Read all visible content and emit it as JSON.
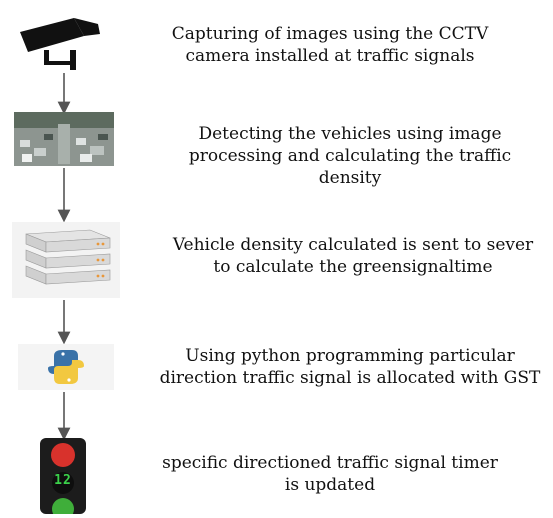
{
  "steps": [
    {
      "icon": "cctv-camera-icon",
      "text": "Capturing of images using the CCTV camera installed at traffic signals"
    },
    {
      "icon": "traffic-image-icon",
      "text": "Detecting the vehicles using image processing and calculating the traffic density"
    },
    {
      "icon": "server-icon",
      "text": "Vehicle density calculated is sent to sever to calculate the greensignaltime"
    },
    {
      "icon": "python-logo-icon",
      "text": "Using python programming particular direction traffic signal is allocated with GST"
    },
    {
      "icon": "traffic-light-icon",
      "text": "specific directioned traffic signal timer is updated",
      "timer_display": "12"
    }
  ]
}
